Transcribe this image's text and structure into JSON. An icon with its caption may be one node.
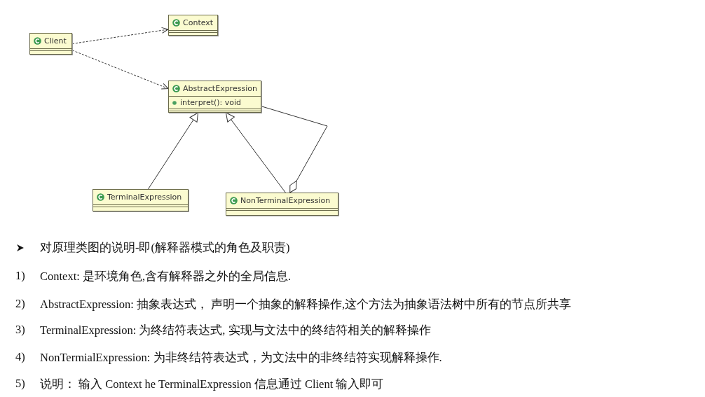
{
  "diagram": {
    "nodes": [
      {
        "text": [
          "Client"
        ]
      },
      {
        "text": [
          "Context"
        ]
      },
      {
        "text": [
          "AbstractExpression",
          "interpret(): void"
        ]
      },
      {
        "text": [
          "TerminalExpression"
        ]
      },
      {
        "text": [
          "NonTerminalExpression"
        ]
      }
    ],
    "edges": [
      {
        "from": 0,
        "to": 1,
        "arrow": "to",
        "style": "dashed"
      },
      {
        "from": 0,
        "to": 2,
        "arrow": "to",
        "style": "dashed"
      },
      {
        "from": 3,
        "to": 2,
        "arrow": "to"
      },
      {
        "from": 4,
        "to": 2,
        "arrow": "to"
      },
      {
        "from": 4,
        "to": 2,
        "arrow": "other"
      }
    ],
    "labels": [
      "对原理类图的说明-即(解释器模式的角色及职责)",
      "1)",
      "Context: 是环境角色,含有解释器之外的全局信息.",
      "2)",
      "AbstractExpression: 抽象表达式， 声明一个抽象的解释操作,这个方法为抽象语法树中所有的节点所共享",
      "3)",
      "TerminalExpression: 为终结符表达式, 实现与文法中的终结符相关的解释操作",
      "4)",
      "NonTermialExpression: 为非终结符表达式，为文法中的非终结符实现解释操作.",
      "5)",
      "说明： 输入 Context he TerminalExpression 信息通过 Client 输入即可"
    ]
  }
}
